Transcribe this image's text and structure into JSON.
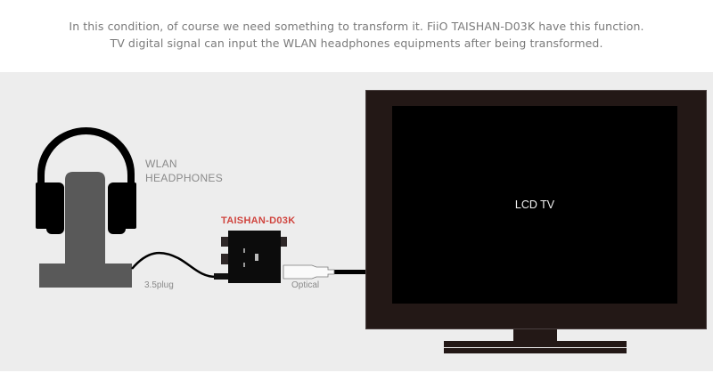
{
  "caption": {
    "line1": "In this condition, of course we need something to transform it. FiiO TAISHAN-D03K have this function.",
    "line2": "TV digital signal can input the WLAN headphones equipments after being transformed."
  },
  "diagram": {
    "headphones": {
      "label_line1": "WLAN",
      "label_line2": "HEADPHONES",
      "icon": "headphones-on-stand-icon"
    },
    "cable_left": {
      "label": "3.5plug"
    },
    "device": {
      "label": "TAISHAN-D03K",
      "icon": "dac-converter-icon",
      "label_color": "#d0453f"
    },
    "cable_right": {
      "label": "Optical"
    },
    "tv": {
      "label": "LCD TV",
      "icon": "tv-icon"
    }
  },
  "colors": {
    "background": "#ffffff",
    "panel": "#ededed",
    "caption_text": "#7a7a7a",
    "tv_frame": "#231816",
    "stand": "#595959",
    "accent_red": "#d0453f"
  }
}
